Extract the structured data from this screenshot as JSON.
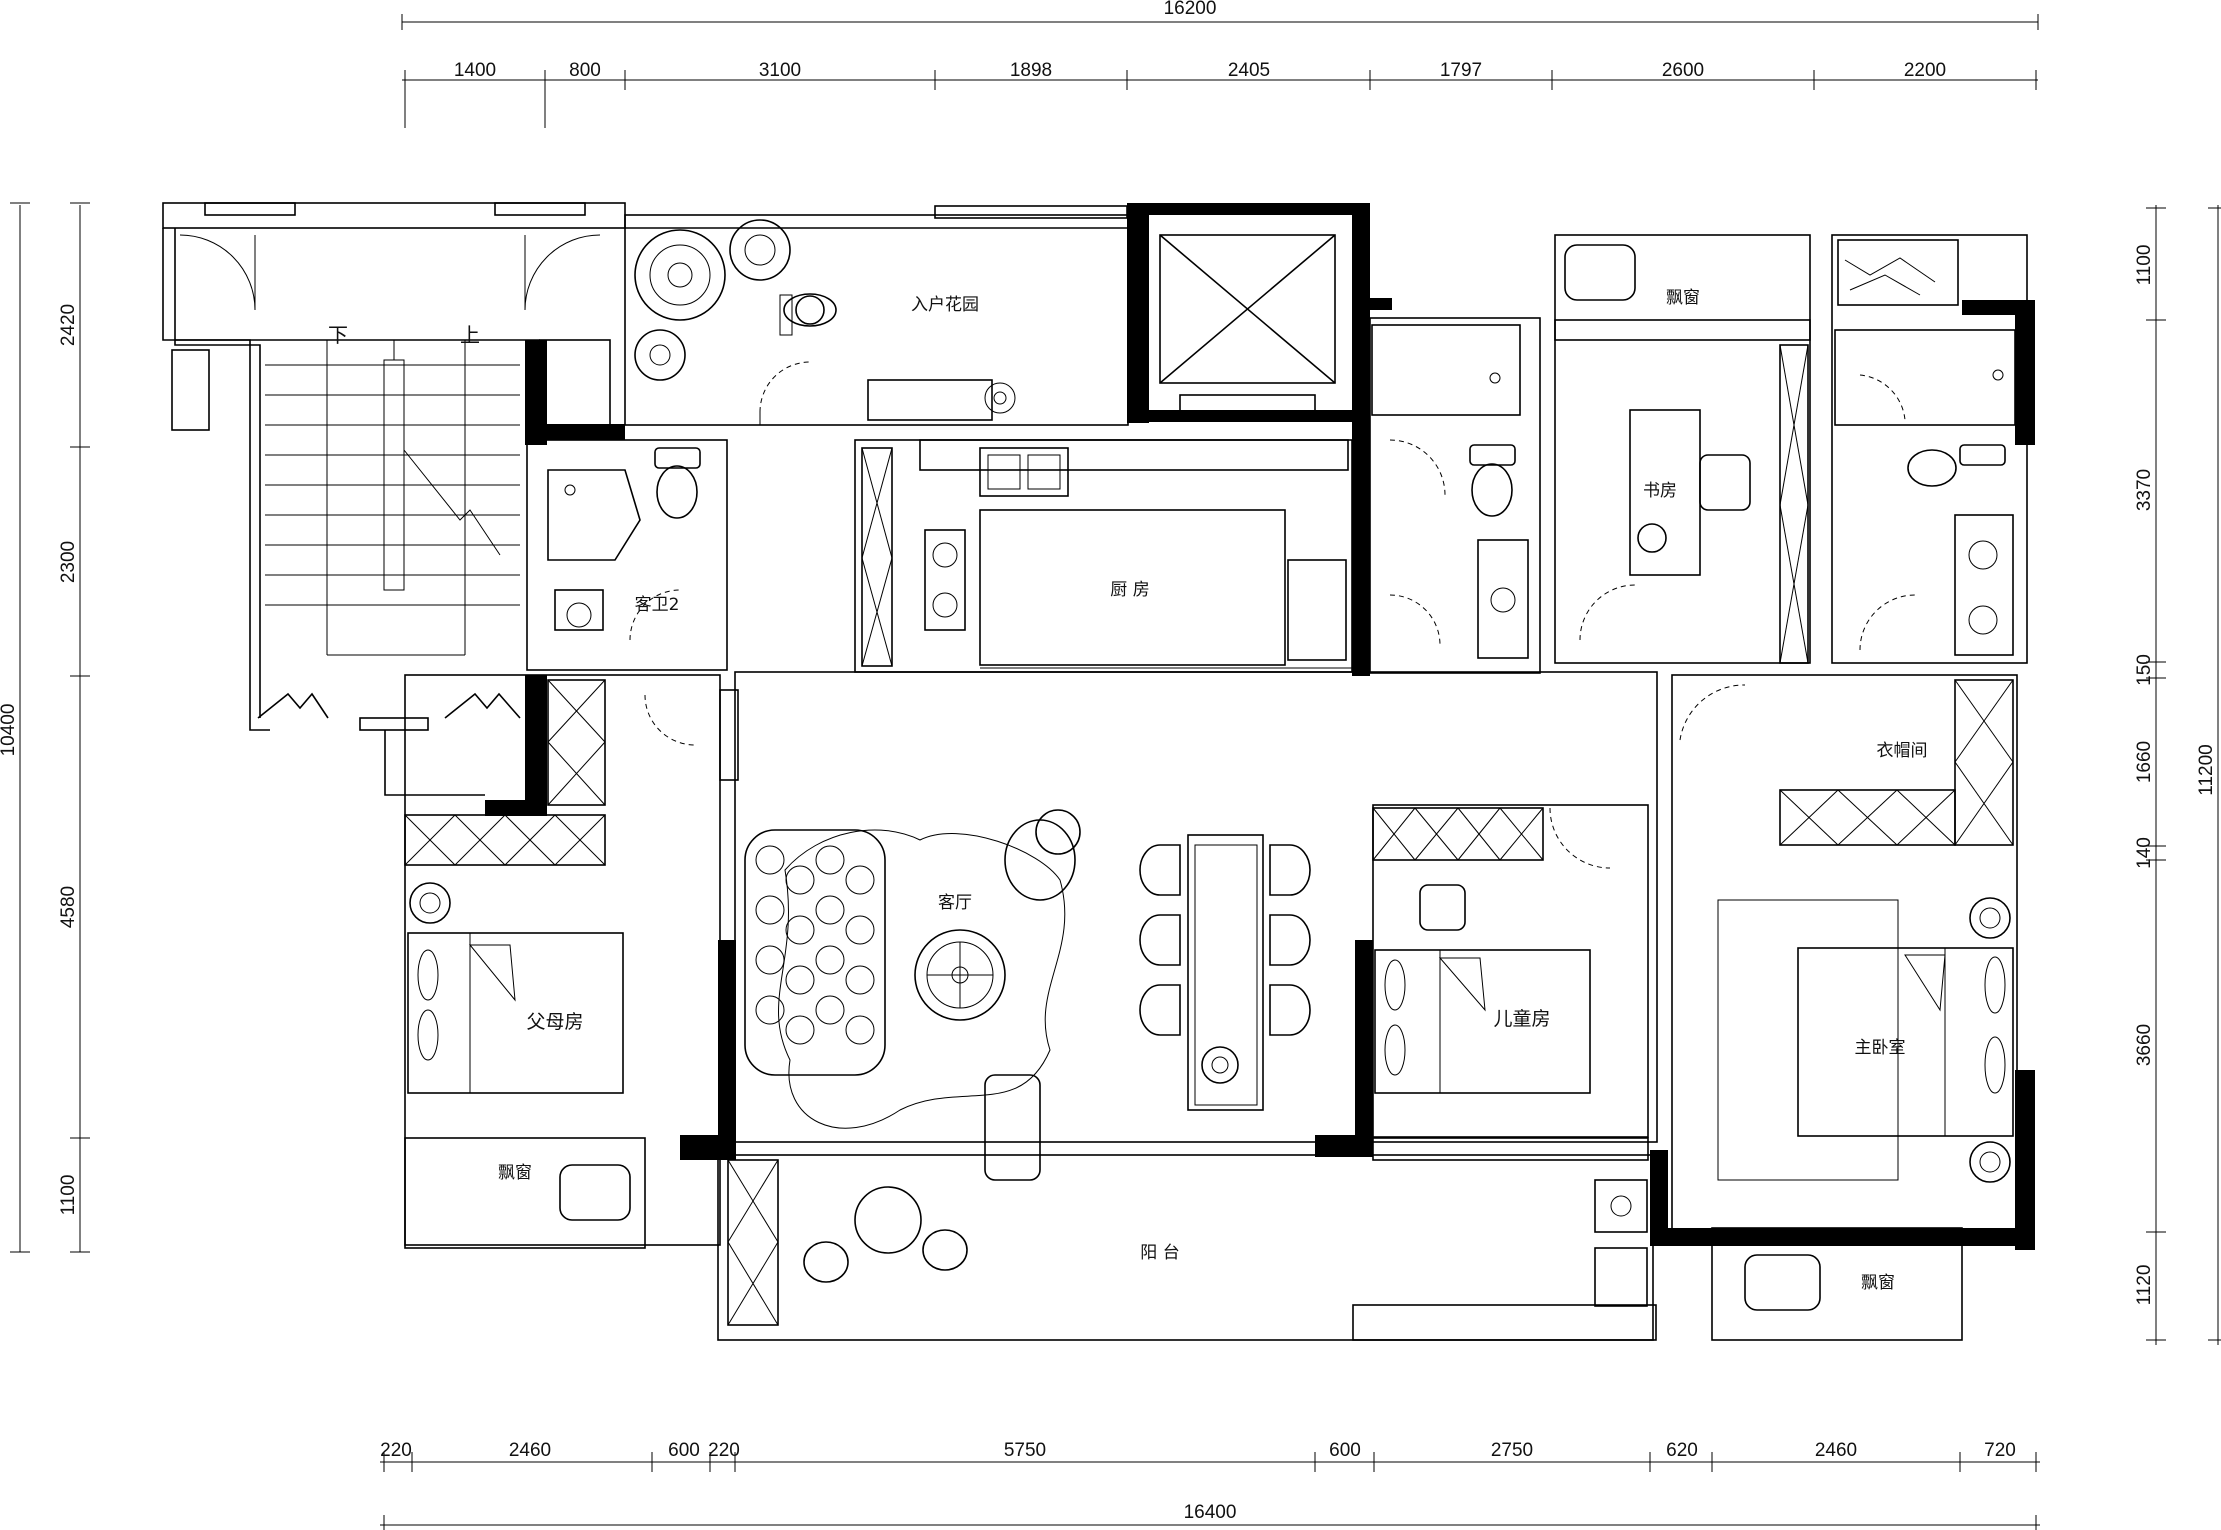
{
  "dimensions": {
    "top_total": "16200",
    "top_segments": [
      "1400",
      "800",
      "3100",
      "1898",
      "2405",
      "1797",
      "2600",
      "2200"
    ],
    "bottom_total": "16400",
    "bottom_segments": [
      "220",
      "2460",
      "600",
      "220",
      "5750",
      "600",
      "2750",
      "620",
      "2460",
      "720"
    ],
    "left_total": "10400",
    "left_segments": [
      "2420",
      "2300",
      "4580",
      "1100"
    ],
    "right_total": "11200",
    "right_segments": [
      "1100",
      "3370",
      "150",
      "1660",
      "140",
      "3660",
      "1120"
    ]
  },
  "rooms": {
    "entry_garden": "入户花园",
    "bay_window_study": "飘窗",
    "study": "书房",
    "kitchen": "厨 房",
    "guest_bath": "客卫2",
    "living_room": "客厅",
    "parents_room": "父母房",
    "bay_window_parents": "飘窗",
    "children_room": "儿童房",
    "master_bedroom": "主卧室",
    "cloakroom": "衣帽间",
    "balcony": "阳 台",
    "bay_window_master": "飘窗"
  },
  "stairs": {
    "down": "下",
    "up": "上"
  },
  "icons": [
    "tree-icon",
    "person-icon",
    "bed-icon",
    "sofa-icon",
    "dining-table-icon",
    "stove-icon",
    "sink-icon",
    "toilet-icon",
    "elevator-icon",
    "washer-icon",
    "chair-icon"
  ]
}
